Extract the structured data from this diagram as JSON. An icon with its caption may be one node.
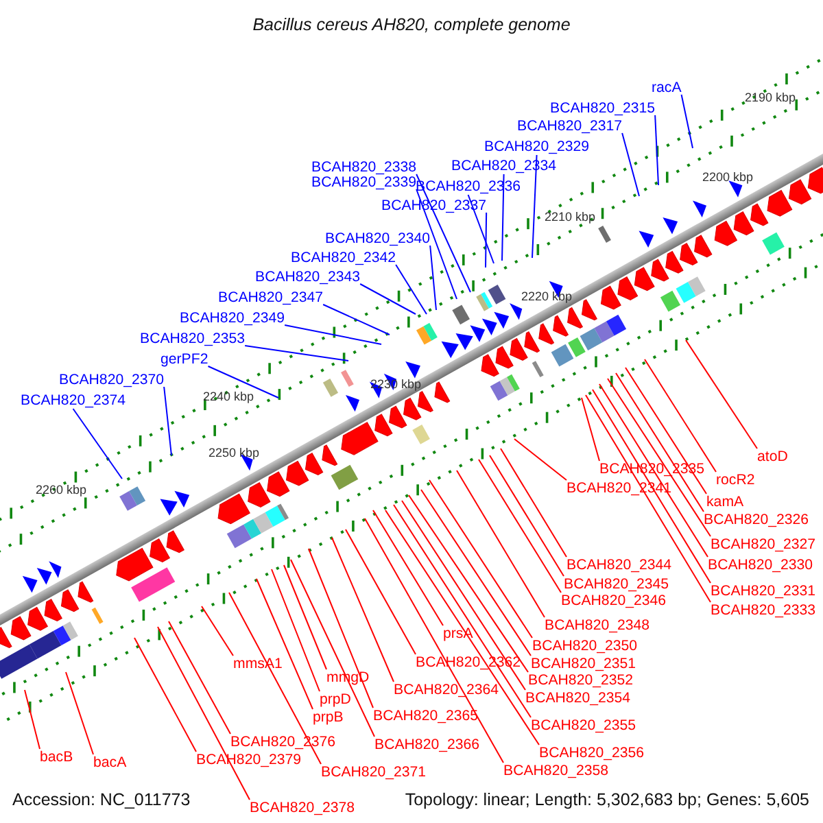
{
  "diagram": {
    "title": "Bacillus cereus AH820, complete genome",
    "nodes": [
      {
        "text": [
          "racA"
        ]
      },
      {
        "text": [
          "BCAH820_2315"
        ]
      },
      {
        "text": [
          "BCAH820_2317"
        ]
      },
      {
        "text": [
          "BCAH820_2329"
        ]
      },
      {
        "text": [
          "BCAH820_2338"
        ]
      },
      {
        "text": [
          "BCAH820_2334"
        ]
      },
      {
        "text": [
          "BCAH820_2339"
        ]
      },
      {
        "text": [
          "BCAH820_2336"
        ]
      },
      {
        "text": [
          "BCAH820_2337"
        ]
      },
      {
        "text": [
          "BCAH820_2340"
        ]
      },
      {
        "text": [
          "BCAH820_2342"
        ]
      },
      {
        "text": [
          "BCAH820_2343"
        ]
      },
      {
        "text": [
          "BCAH820_2347"
        ]
      },
      {
        "text": [
          "BCAH820_2349"
        ]
      },
      {
        "text": [
          "BCAH820_2353"
        ]
      },
      {
        "text": [
          "gerPF2"
        ]
      },
      {
        "text": [
          "BCAH820_2370"
        ]
      },
      {
        "text": [
          "BCAH820_2374"
        ]
      },
      {
        "text": [
          "atoD"
        ]
      },
      {
        "text": [
          "BCAH820_2335"
        ]
      },
      {
        "text": [
          "rocR2"
        ]
      },
      {
        "text": [
          "BCAH820_2341"
        ]
      },
      {
        "text": [
          "kamA"
        ]
      },
      {
        "text": [
          "BCAH820_2326"
        ]
      },
      {
        "text": [
          "BCAH820_2327"
        ]
      },
      {
        "text": [
          "BCAH820_2344"
        ]
      },
      {
        "text": [
          "BCAH820_2330"
        ]
      },
      {
        "text": [
          "BCAH820_2345"
        ]
      },
      {
        "text": [
          "BCAH820_2331"
        ]
      },
      {
        "text": [
          "BCAH820_2346"
        ]
      },
      {
        "text": [
          "BCAH820_2333"
        ]
      },
      {
        "text": [
          "BCAH820_2348"
        ]
      },
      {
        "text": [
          "prsA"
        ]
      },
      {
        "text": [
          "BCAH820_2350"
        ]
      },
      {
        "text": [
          "BCAH820_2362"
        ]
      },
      {
        "text": [
          "mmsA1"
        ]
      },
      {
        "text": [
          "BCAH820_2351"
        ]
      },
      {
        "text": [
          "mmgD"
        ]
      },
      {
        "text": [
          "BCAH820_2352"
        ]
      },
      {
        "text": [
          "BCAH820_2364"
        ]
      },
      {
        "text": [
          "BCAH820_2354"
        ]
      },
      {
        "text": [
          "prpD"
        ]
      },
      {
        "text": [
          "BCAH820_2365"
        ]
      },
      {
        "text": [
          "prpB"
        ]
      },
      {
        "text": [
          "BCAH820_2355"
        ]
      },
      {
        "text": [
          "BCAH820_2376"
        ]
      },
      {
        "text": [
          "BCAH820_2366"
        ]
      },
      {
        "text": [
          "BCAH820_2356"
        ]
      },
      {
        "text": [
          "bacB"
        ]
      },
      {
        "text": [
          "BCAH820_2379"
        ]
      },
      {
        "text": [
          "bacA"
        ]
      },
      {
        "text": [
          "BCAH820_2358"
        ]
      },
      {
        "text": [
          "BCAH820_2371"
        ]
      },
      {
        "text": [
          "BCAH820_2378"
        ]
      }
    ],
    "edges": [
      {
        "from": 0,
        "to": null,
        "arrow": "none",
        "color": "#0000ff"
      },
      {
        "from": 1,
        "to": null,
        "arrow": "none",
        "color": "#0000ff"
      },
      {
        "from": 2,
        "to": null,
        "arrow": "none",
        "color": "#0000ff"
      },
      {
        "from": 3,
        "to": null,
        "arrow": "none",
        "color": "#0000ff"
      },
      {
        "from": 4,
        "to": null,
        "arrow": "none",
        "color": "#0000ff"
      },
      {
        "from": 5,
        "to": null,
        "arrow": "none",
        "color": "#0000ff"
      },
      {
        "from": 6,
        "to": null,
        "arrow": "none",
        "color": "#0000ff"
      },
      {
        "from": 7,
        "to": null,
        "arrow": "none",
        "color": "#0000ff"
      },
      {
        "from": 8,
        "to": null,
        "arrow": "none",
        "color": "#0000ff"
      },
      {
        "from": 9,
        "to": null,
        "arrow": "none",
        "color": "#0000ff"
      },
      {
        "from": 10,
        "to": null,
        "arrow": "none",
        "color": "#0000ff"
      },
      {
        "from": 11,
        "to": null,
        "arrow": "none",
        "color": "#0000ff"
      },
      {
        "from": 12,
        "to": null,
        "arrow": "none",
        "color": "#0000ff"
      },
      {
        "from": 13,
        "to": null,
        "arrow": "none",
        "color": "#0000ff"
      },
      {
        "from": 14,
        "to": null,
        "arrow": "none",
        "color": "#0000ff"
      },
      {
        "from": 15,
        "to": null,
        "arrow": "none",
        "color": "#0000ff"
      },
      {
        "from": 16,
        "to": null,
        "arrow": "none",
        "color": "#0000ff"
      },
      {
        "from": 17,
        "to": null,
        "arrow": "none",
        "color": "#0000ff"
      },
      {
        "from": 18,
        "to": null,
        "arrow": "none"
      },
      {
        "from": 19,
        "to": null,
        "arrow": "none"
      },
      {
        "from": 20,
        "to": null,
        "arrow": "none"
      },
      {
        "from": 21,
        "to": null,
        "arrow": "none"
      },
      {
        "from": 22,
        "to": null,
        "arrow": "none"
      },
      {
        "from": 23,
        "to": null,
        "arrow": "none"
      },
      {
        "from": 24,
        "to": null,
        "arrow": "none"
      },
      {
        "from": 25,
        "to": null,
        "arrow": "none"
      },
      {
        "from": 26,
        "to": null,
        "arrow": "none"
      },
      {
        "from": 27,
        "to": null,
        "arrow": "none"
      },
      {
        "from": 28,
        "to": null,
        "arrow": "none"
      },
      {
        "from": 29,
        "to": null,
        "arrow": "none"
      },
      {
        "from": 30,
        "to": null,
        "arrow": "none"
      },
      {
        "from": 31,
        "to": null,
        "arrow": "none"
      },
      {
        "from": 32,
        "to": null,
        "arrow": "none"
      },
      {
        "from": 33,
        "to": null,
        "arrow": "none"
      },
      {
        "from": 34,
        "to": null,
        "arrow": "none"
      },
      {
        "from": 35,
        "to": null,
        "arrow": "none"
      },
      {
        "from": 36,
        "to": null,
        "arrow": "none"
      },
      {
        "from": 37,
        "to": null,
        "arrow": "none"
      },
      {
        "from": 38,
        "to": null,
        "arrow": "none"
      },
      {
        "from": 39,
        "to": null,
        "arrow": "none"
      },
      {
        "from": 40,
        "to": null,
        "arrow": "none"
      },
      {
        "from": 41,
        "to": null,
        "arrow": "none"
      },
      {
        "from": 42,
        "to": null,
        "arrow": "none"
      },
      {
        "from": 43,
        "to": null,
        "arrow": "none"
      },
      {
        "from": 44,
        "to": null,
        "arrow": "none"
      },
      {
        "from": 45,
        "to": null,
        "arrow": "none"
      },
      {
        "from": 46,
        "to": null,
        "arrow": "none"
      },
      {
        "from": 47,
        "to": null,
        "arrow": "none"
      },
      {
        "from": 48,
        "to": null,
        "arrow": "none"
      },
      {
        "from": 49,
        "to": null,
        "arrow": "none"
      },
      {
        "from": 50,
        "to": null,
        "arrow": "none"
      },
      {
        "from": 51,
        "to": null,
        "arrow": "none"
      },
      {
        "from": 52,
        "to": null,
        "arrow": "none"
      },
      {
        "from": 53,
        "to": null,
        "arrow": "none"
      }
    ],
    "labels": [
      "2190 kbp",
      "2200 kbp",
      "2210 kbp",
      "2220 kbp",
      "2230 kbp",
      "2240 kbp",
      "2250 kbp",
      "2260 kbp",
      "Accession: NC_011773",
      "Topology: linear; Length: 5,302,683 bp; Genes: 5,605"
    ]
  }
}
